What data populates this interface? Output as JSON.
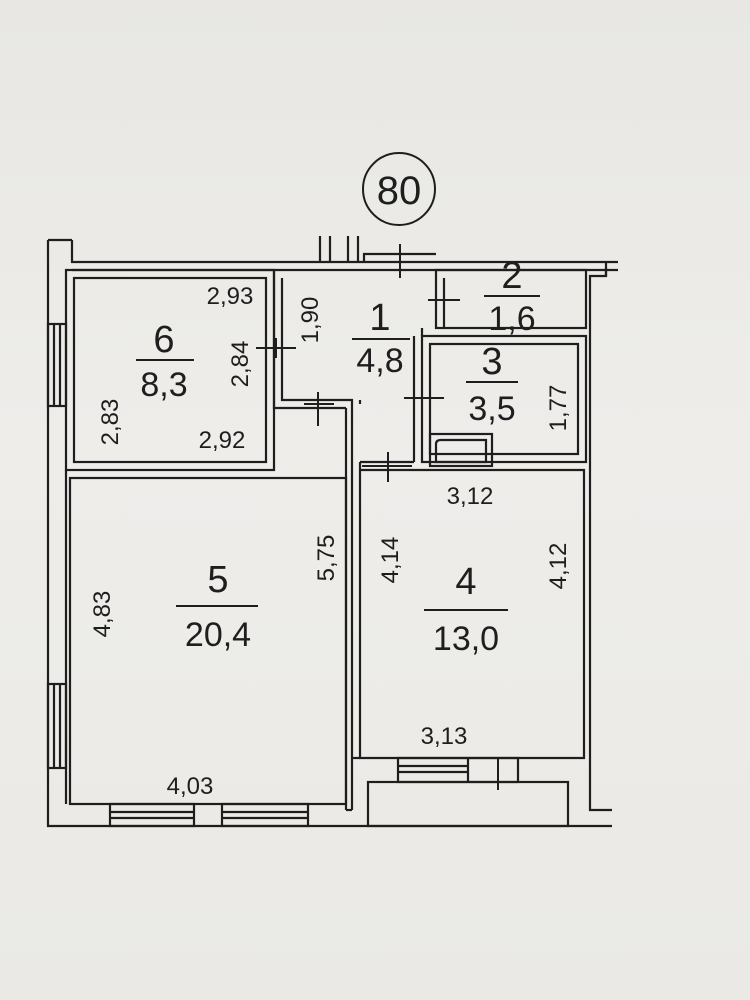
{
  "plan": {
    "apartment_number": "80",
    "rooms": [
      {
        "id": "room-1",
        "number": "1",
        "area": "4,8"
      },
      {
        "id": "room-2",
        "number": "2",
        "area": "1,6"
      },
      {
        "id": "room-3",
        "number": "3",
        "area": "3,5"
      },
      {
        "id": "room-4",
        "number": "4",
        "area": "13,0"
      },
      {
        "id": "room-5",
        "number": "5",
        "area": "20,4"
      },
      {
        "id": "room-6",
        "number": "6",
        "area": "8,3"
      }
    ],
    "dimensions": {
      "room6_top": "2,93",
      "room6_right": "2,84",
      "room6_left": "2,83",
      "room6_bottom": "2,92",
      "room1_width": "1,90",
      "room3_right": "1,77",
      "room4_top": "3,12",
      "room4_left": "4,14",
      "room4_right": "4,12",
      "room4_bottom": "3,13",
      "room5_right": "5,75",
      "room5_left": "4,83",
      "room5_bottom": "4,03"
    }
  },
  "colors": {
    "ink": "#1e1e1e",
    "paper": "#eae9e5"
  }
}
